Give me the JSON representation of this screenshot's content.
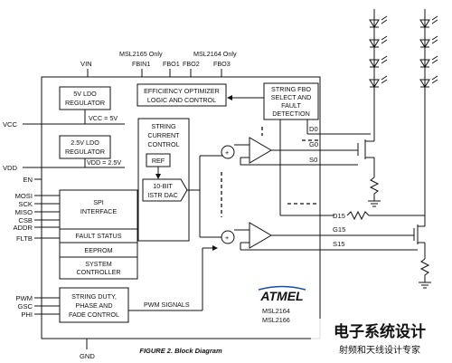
{
  "top_labels": {
    "msl2165_only": "MSL2165 Only",
    "msl2164_only": "MSL2164 Only",
    "fbin1": "FBIN1",
    "fbo1": "FBO1",
    "fbo2": "FBO2",
    "fbo3": "FBO3",
    "vin": "VIN",
    "gnd": "GND"
  },
  "left_pins": {
    "vcc": "VCC",
    "vdd": "VDD",
    "en": "EN",
    "mosi": "MOSI",
    "sck": "SCK",
    "miso": "MISO",
    "csb": "CSB",
    "addr": "ADDR",
    "fltb": "FLTB",
    "pwm": "PWM",
    "gsc": "GSC",
    "phi": "PHI"
  },
  "blocks": {
    "ldo5_line1": "5V LDO",
    "ldo5_line2": "REGULATOR",
    "vcc_eq": "VCC = 5V",
    "ldo25_line1": "2.5V LDO",
    "ldo25_line2": "REGULATOR",
    "vdd_eq": "VDD = 2.5V",
    "eff_line1": "EFFICIENCY OPTIMIZER",
    "eff_line2": "LOGIC AND CONTROL",
    "fbo_line1": "STRING FBO",
    "fbo_line2": "SELECT AND",
    "fbo_line3": "FAULT",
    "fbo_line4": "DETECTION",
    "scc_line1": "STRING",
    "scc_line2": "CURRENT",
    "scc_line3": "CONTROL",
    "ref": "REF",
    "dac_line1": "10-BIT",
    "dac_line2": "ISTR DAC",
    "spi_line1": "SPI",
    "spi_line2": "INTERFACE",
    "fault_status": "FAULT STATUS",
    "eeprom": "EEPROM",
    "sys_line1": "SYSTEM",
    "sys_line2": "CONTROLLER",
    "duty_line1": "STRING DUTY,",
    "duty_line2": "PHASE AND",
    "duty_line3": "FADE CONTROL",
    "pwm_signals": "PWM SIGNALS"
  },
  "channels": {
    "d0": "D0",
    "g0": "G0",
    "s0": "S0",
    "d15": "D15",
    "g15": "G15",
    "s15": "S15"
  },
  "logo": {
    "brand": "ATMEL",
    "part1": "MSL2164",
    "part2": "MSL2166"
  },
  "caption": "FIGURE 2. Block Diagram",
  "watermark": {
    "line1": "电子系统设计",
    "line2": "射频和天线设计专家"
  },
  "colors": {
    "line": "#111111",
    "logo": "#1a4ea3",
    "watermark": "#e8402a"
  }
}
